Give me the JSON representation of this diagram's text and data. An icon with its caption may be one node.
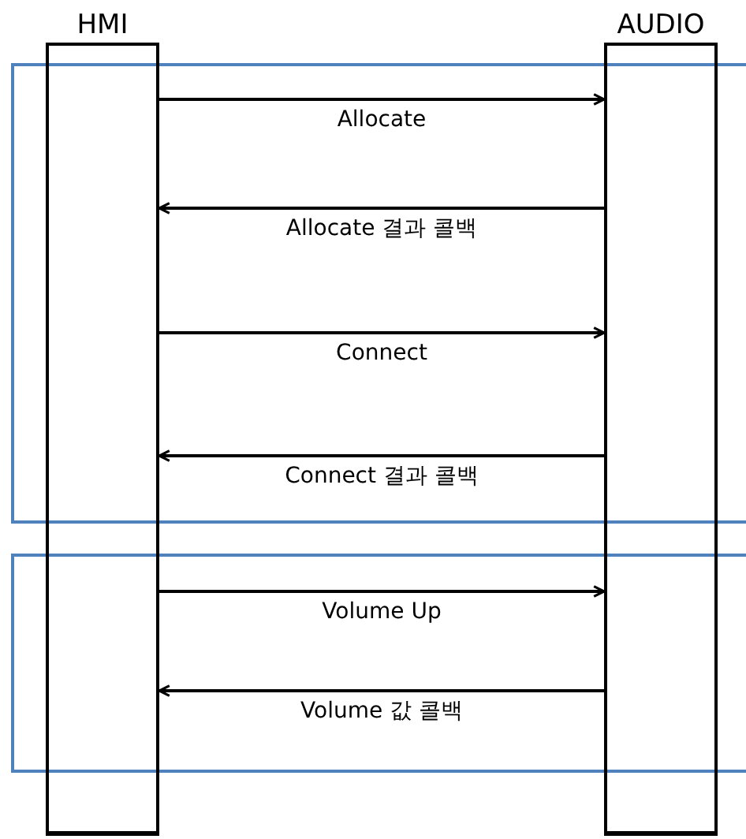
{
  "diagram": {
    "nodes": [
      {
        "text": [
          "HMI"
        ]
      },
      {
        "text": [
          "AUDIO"
        ]
      }
    ],
    "edges": [
      {
        "from": 0,
        "to": 1,
        "arrow": "to",
        "label": "Allocate"
      },
      {
        "from": 1,
        "to": 0,
        "arrow": "to",
        "label": "Allocate 결과 콜백"
      },
      {
        "from": 0,
        "to": 1,
        "arrow": "to",
        "label": "Connect"
      },
      {
        "from": 1,
        "to": 0,
        "arrow": "to",
        "label": "Connect 결과 콜백"
      },
      {
        "from": 0,
        "to": 1,
        "arrow": "to",
        "label": "Volume Up"
      },
      {
        "from": 1,
        "to": 0,
        "arrow": "to",
        "label": "Volume 값 콜백"
      }
    ]
  }
}
